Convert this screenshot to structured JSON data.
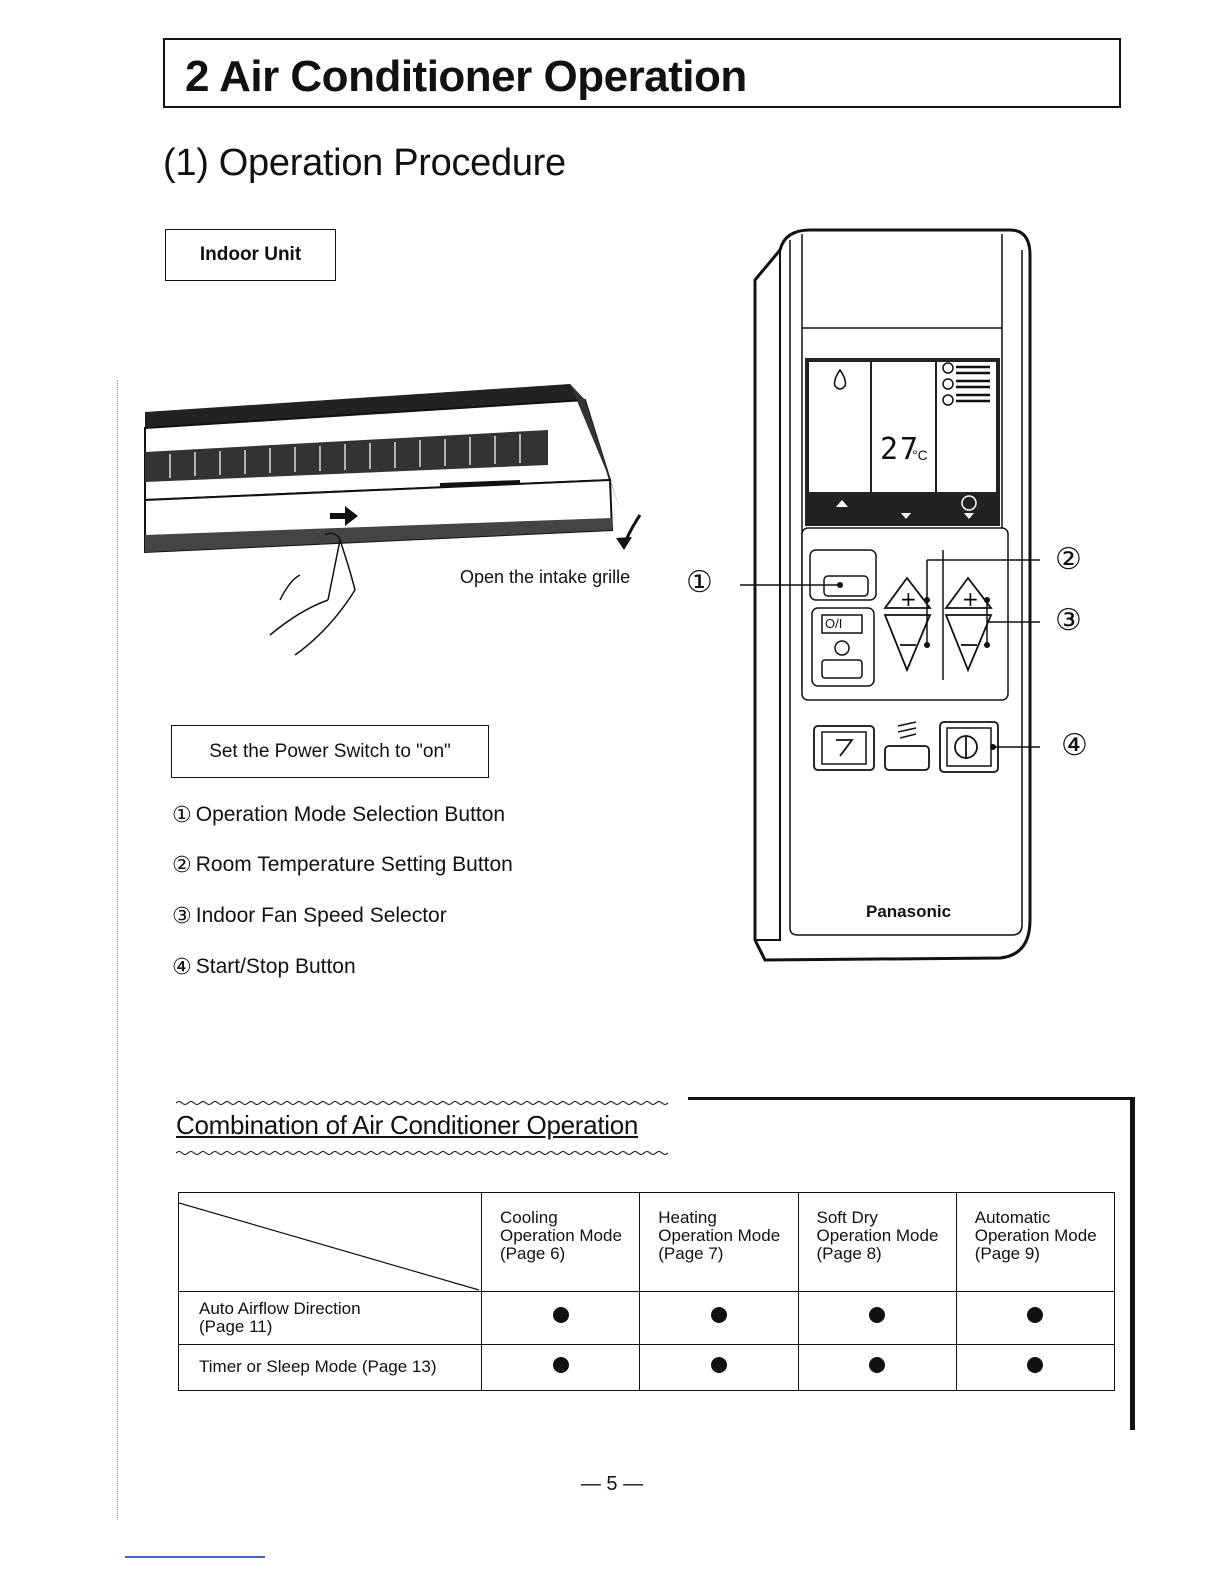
{
  "section_heading": "2 Air Conditioner Operation",
  "subheading": "(1) Operation Procedure",
  "indoor_unit_label": "Indoor Unit",
  "grille_caption": "Open the intake grille",
  "power_instruction": "Set the Power Switch to \"on\"",
  "legend": [
    {
      "num": "①",
      "label": "Operation Mode Selection Button"
    },
    {
      "num": "②",
      "label": "Room Temperature Setting Button"
    },
    {
      "num": "③",
      "label": "Indoor Fan Speed Selector"
    },
    {
      "num": "④",
      "label": "Start/Stop Button"
    }
  ],
  "remote": {
    "brand": "Panasonic",
    "display_temp": "27",
    "display_unit": "°C",
    "power_label": "O/I",
    "callouts": [
      "①",
      "②",
      "③",
      "④"
    ]
  },
  "combination": {
    "title": "Combination of Air Conditioner Operation",
    "columns": [
      {
        "name": "Cooling",
        "mode": "Operation Mode",
        "page": "(Page 6)"
      },
      {
        "name": "Heating",
        "mode": "Operation Mode",
        "page": "(Page 7)"
      },
      {
        "name": "Soft Dry",
        "mode": "Operation Mode",
        "page": "(Page 8)"
      },
      {
        "name": "Automatic",
        "mode": "Operation Mode",
        "page": "(Page 9)"
      }
    ],
    "rows": [
      {
        "label_line1": "Auto Airflow Direction",
        "label_line2": "(Page 11)",
        "values": [
          true,
          true,
          true,
          true
        ]
      },
      {
        "label_line1": "Timer or Sleep Mode (Page 13)",
        "label_line2": "",
        "values": [
          true,
          true,
          true,
          true
        ]
      }
    ]
  },
  "page_number": "— 5 —"
}
